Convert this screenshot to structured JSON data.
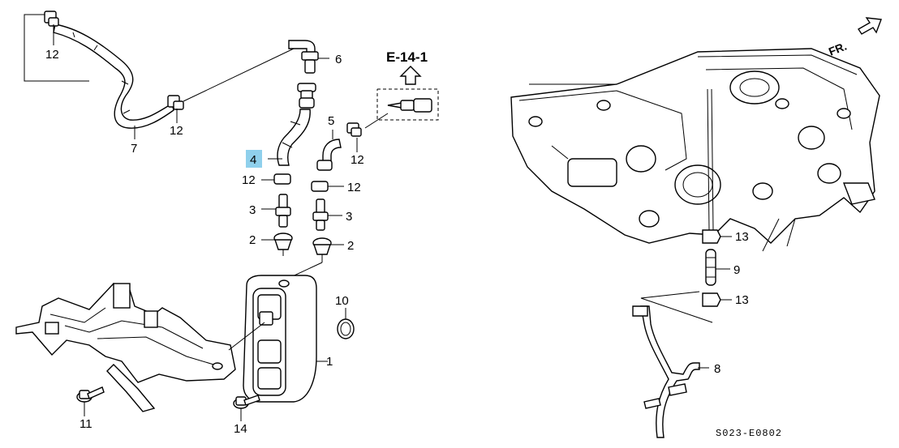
{
  "diagram": {
    "reference": "E-14-1",
    "code": "S023-E0802",
    "direction": "FR.",
    "highlight_color": "#8fd0ec",
    "callouts": [
      {
        "id": "c12a",
        "text": "12"
      },
      {
        "id": "c7",
        "text": "7"
      },
      {
        "id": "c12b",
        "text": "12"
      },
      {
        "id": "c6",
        "text": "6"
      },
      {
        "id": "c4",
        "text": "4",
        "highlighted": true
      },
      {
        "id": "c5",
        "text": "5"
      },
      {
        "id": "c12c",
        "text": "12"
      },
      {
        "id": "c12d",
        "text": "12"
      },
      {
        "id": "c12e",
        "text": "12"
      },
      {
        "id": "c3a",
        "text": "3"
      },
      {
        "id": "c3b",
        "text": "3"
      },
      {
        "id": "c2a",
        "text": "2"
      },
      {
        "id": "c2b",
        "text": "2"
      },
      {
        "id": "c10",
        "text": "10"
      },
      {
        "id": "c1",
        "text": "1"
      },
      {
        "id": "c11",
        "text": "11"
      },
      {
        "id": "c14",
        "text": "14"
      },
      {
        "id": "c13a",
        "text": "13"
      },
      {
        "id": "c9",
        "text": "9"
      },
      {
        "id": "c13b",
        "text": "13"
      },
      {
        "id": "c8",
        "text": "8"
      }
    ]
  }
}
